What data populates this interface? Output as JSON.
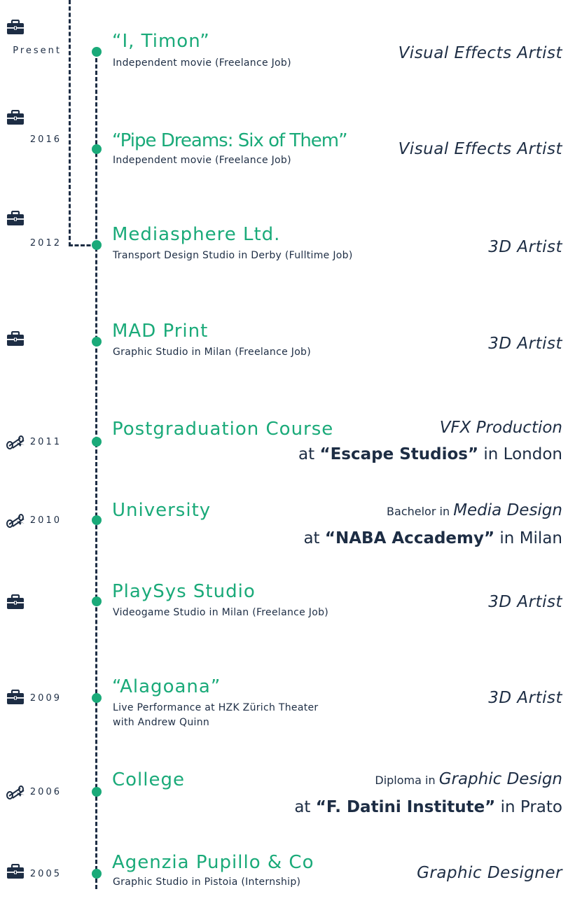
{
  "colors": {
    "accent": "#1aaa79",
    "dark": "#1d2d44"
  },
  "entries": [
    {
      "icon": "briefcase-icon",
      "year": "Present",
      "title": "“I, Timon”",
      "sub": "Independent movie (Freelance Job)",
      "role": "Visual Effects Artist"
    },
    {
      "icon": "briefcase-icon",
      "year": "2016",
      "title": "“Pipe Dreams: Six of Them”",
      "sub": "Independent movie (Freelance Job)",
      "role": "Visual Effects Artist"
    },
    {
      "icon": "briefcase-icon",
      "year": "2012",
      "title": "Mediasphere Ltd.",
      "sub": "Transport Design Studio in Derby (Fulltime Job)",
      "role": "3D Artist"
    },
    {
      "icon": "briefcase-icon",
      "year": "",
      "title": "MAD Print",
      "sub": "Graphic Studio in Milan (Freelance Job)",
      "role": "3D Artist"
    },
    {
      "icon": "diploma-icon",
      "year": "2011",
      "title": "Postgraduation Course",
      "edu_prefix": "",
      "degree": "VFX Production",
      "at": "at",
      "school": "“Escape Studios”",
      "place": "in London"
    },
    {
      "icon": "diploma-icon",
      "year": "2010",
      "title": "University",
      "edu_prefix": "Bachelor in",
      "degree": "Media Design",
      "at": "at",
      "school": "“NABA Accademy”",
      "place": "in Milan"
    },
    {
      "icon": "briefcase-icon",
      "year": "",
      "title": "PlaySys Studio",
      "sub": "Videogame Studio in Milan (Freelance Job)",
      "role": "3D Artist"
    },
    {
      "icon": "briefcase-icon",
      "year": "2009",
      "title": "“Alagoana”",
      "sub": "Live Performance at HZK Zürich Theater",
      "sub2": "with Andrew Quinn",
      "role": "3D Artist"
    },
    {
      "icon": "diploma-icon",
      "year": "2006",
      "title": "College",
      "edu_prefix": "Diploma in",
      "degree": "Graphic Design",
      "at": "at",
      "school": "“F. Datini Institute”",
      "place": "in Prato"
    },
    {
      "icon": "briefcase-icon",
      "year": "2005",
      "title": "Agenzia Pupillo & Co",
      "sub": "Graphic Studio in Pistoia (Internship)",
      "role": "Graphic Designer"
    }
  ]
}
